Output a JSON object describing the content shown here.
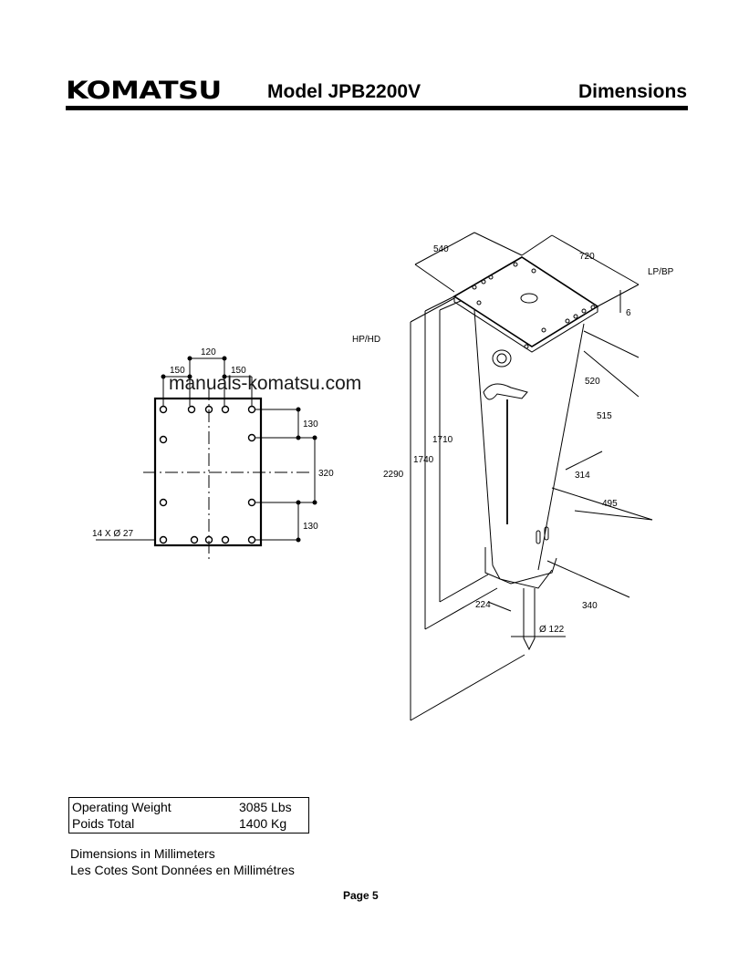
{
  "header": {
    "brand": "KOMATSU",
    "model": "Model JPB2200V",
    "section": "Dimensions"
  },
  "watermark": "manuals-komatsu.com",
  "bolt_pattern": {
    "hole_spec": "14 X Ø 27",
    "dims": {
      "top_center": "120",
      "top_left": "150",
      "top_right": "150",
      "right_upper": "130",
      "right_middle": "320",
      "right_lower": "130"
    }
  },
  "isometric": {
    "dims": {
      "depth": "540",
      "width": "720",
      "plate_thickness": "6",
      "mid_depth": "520",
      "mid_width": "515",
      "lower_depth": "314",
      "lower_width": "495",
      "front_label": "HP/HD",
      "top_label": "LP/BP",
      "height_body": "1710",
      "height_to_plate": "1740",
      "height_total": "2290",
      "foot_depth": "224",
      "foot_width": "340",
      "tool_diameter": "Ø 122"
    }
  },
  "weights": {
    "rows": [
      {
        "label": "Operating Weight",
        "value": "3085 Lbs"
      },
      {
        "label": "Poids Total",
        "value": "1400 Kg"
      }
    ]
  },
  "notes": {
    "en": "Dimensions in Millimeters",
    "fr": "Les Cotes Sont Données en Millimétres"
  },
  "footer": {
    "page": "Page 5"
  }
}
